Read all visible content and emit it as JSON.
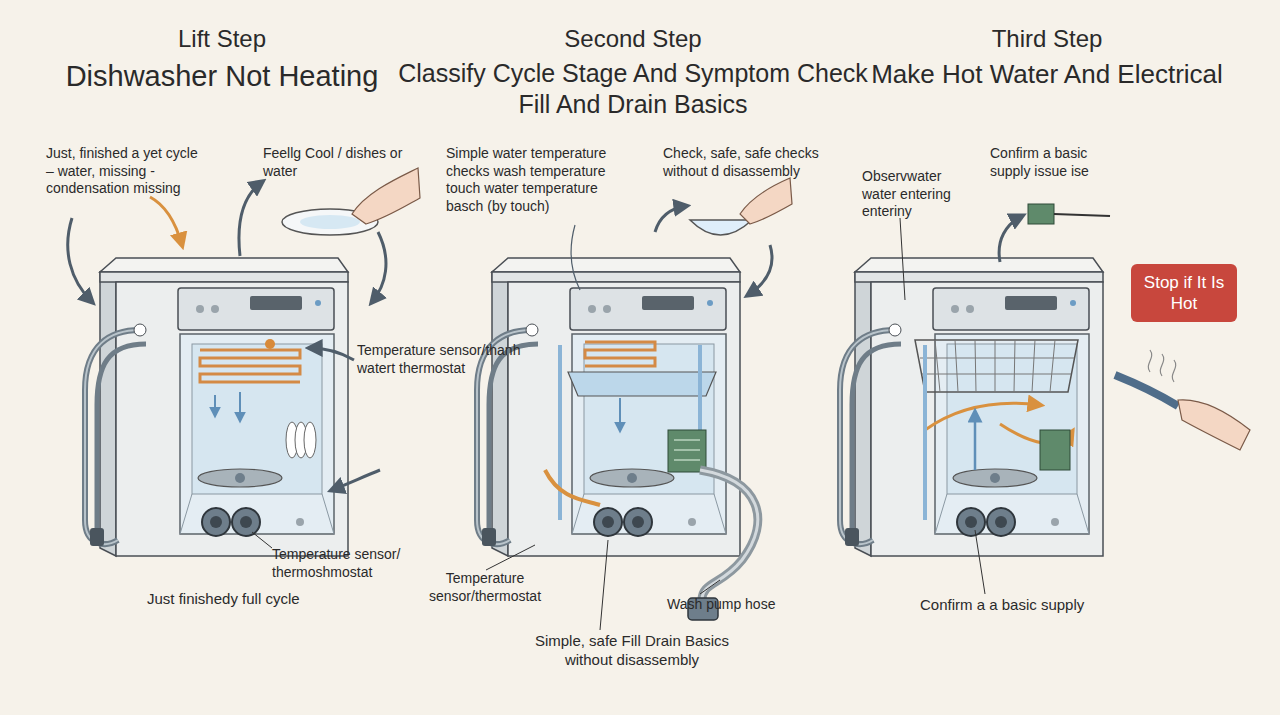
{
  "diagram": {
    "nodes": [
      {
        "text": [
          "Stop if It Is Hot"
        ]
      }
    ],
    "labels": [
      "Lift Step",
      "Dishwasher Not Heating",
      "Second Step",
      "Classify Cycle Stage And Symptom Check Fill And Drain Basics",
      "Third Step",
      "Make Hot Water And Electrical",
      "Just, finished a yet cycle – water, missing -condensation missing",
      "Feellg Cool / dishes or water",
      "Temperature sensor/thanh watert thermostat",
      "Temperature sensor/ thermoshmostat",
      "Just finishedy full cycle",
      "Simple water temperature checks wash temperature touch water temperature basch (by touch)",
      "Check, safe, safe checks without d disassembly",
      "Temperature sensor/thermostat",
      "Wash pump hose",
      "Simple, safe Fill Drain Basics without disassembly",
      "Observwater water entering enteriny",
      "Confirm a basic supply issue ise",
      "Confirm a a basic supply"
    ]
  }
}
